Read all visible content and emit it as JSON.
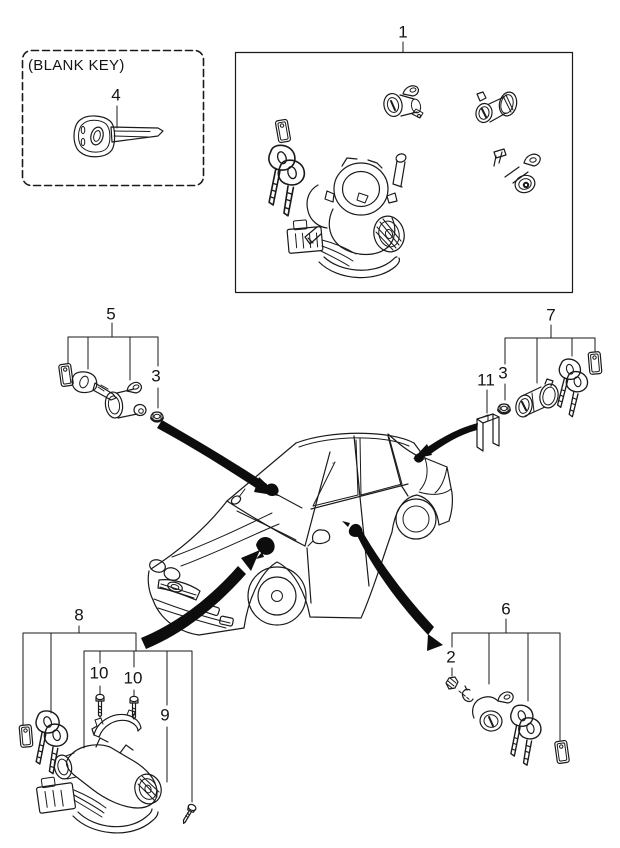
{
  "palette": {
    "background": "#ffffff",
    "line_color": "#1a1a1a"
  },
  "blank_key_box": {
    "caption": "(BLANK KEY)"
  },
  "callouts": [
    {
      "label": "1",
      "part": "key and lock cylinder full set (box)"
    },
    {
      "label": "4",
      "part": "blank key"
    },
    {
      "label": "5",
      "part": "lock cylinder with key and tag (left group)"
    },
    {
      "label": "3",
      "part": "lock nut (left)"
    },
    {
      "label": "7",
      "part": "lock cylinder with keys and tag (right group)"
    },
    {
      "label": "3",
      "part": "lock nut (right)"
    },
    {
      "label": "11",
      "part": "channel bracket"
    },
    {
      "label": "8",
      "part": "ignition switch assembly group"
    },
    {
      "label": "10",
      "part": "mounting bolt"
    },
    {
      "label": "10",
      "part": "mounting bolt"
    },
    {
      "label": "9",
      "part": "tapping screw"
    },
    {
      "label": "6",
      "part": "lock cylinder with keys and tag (bottom-right group)"
    },
    {
      "label": "2",
      "part": "lock clip"
    }
  ]
}
